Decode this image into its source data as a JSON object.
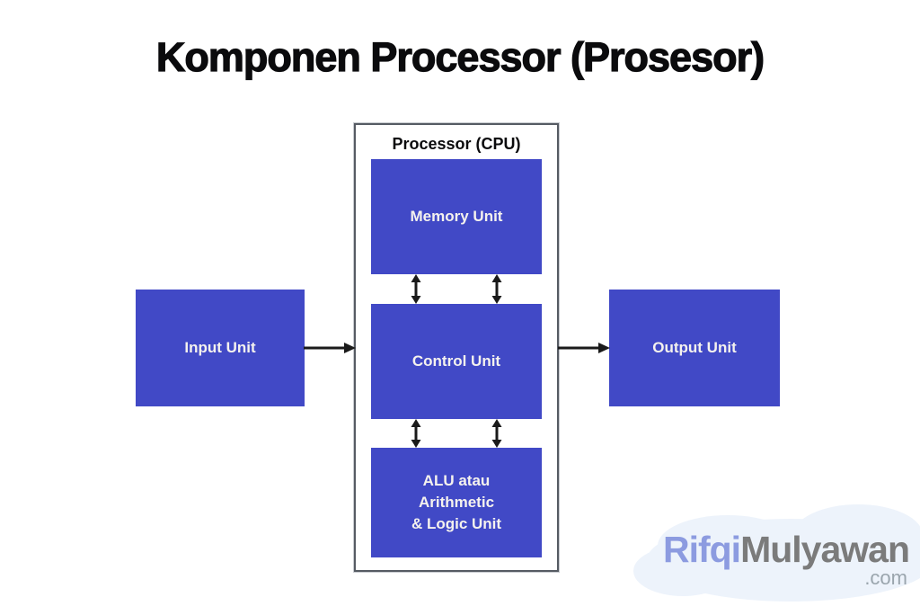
{
  "title": "Komponen Processor (Prosesor)",
  "diagram": {
    "cpu_box_label": "Processor (CPU)",
    "blocks": {
      "input": "Input Unit",
      "memory": "Memory Unit",
      "control": "Control Unit",
      "alu": "ALU atau\nArithmetic\n& Logic Unit",
      "output": "Output Unit"
    },
    "connections": [
      "Input Unit -> Processor (CPU)",
      "Processor (CPU) -> Output Unit",
      "Memory Unit <-> Control Unit",
      "Control Unit <-> ALU"
    ]
  },
  "watermark": {
    "brand_first": "Rifqi",
    "brand_second": "Mulyawan",
    "brand_tld": ".com"
  },
  "colors": {
    "block_fill": "#4149C6",
    "block_text": "#F5F2EE",
    "cpu_box_border": "#565B63",
    "arrow": "#1A1A1A",
    "title_text": "#0B0B0D",
    "watermark_first": "#8C9BE0",
    "watermark_second": "#7B7B7B",
    "watermark_tld": "#9AA5AD",
    "watermark_cloud": "#EDF3FB"
  }
}
